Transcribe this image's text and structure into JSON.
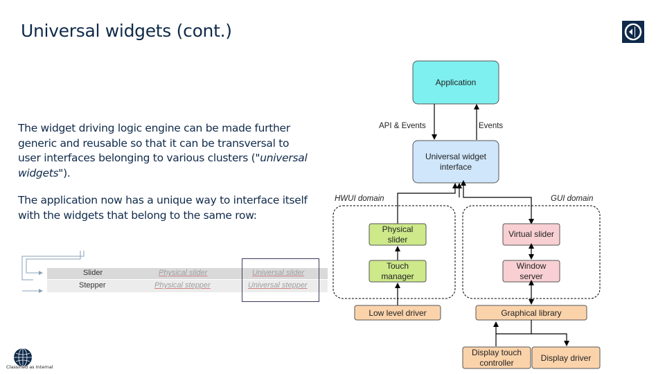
{
  "slide": {
    "title": "Universal widgets (cont.)",
    "paragraph1_a": "The widget driving logic engine can be made further generic and reusable so that it can be transversal to user interfaces belonging to various clusters (\"",
    "paragraph1_em": "universal widgets",
    "paragraph1_b": "\").",
    "paragraph2": "The application now has a unique way to interface itself with the widgets that belong to the same row:",
    "classification": "Classified as Internal"
  },
  "table": {
    "rows": [
      {
        "name": "Slider",
        "physical": "Physical slider",
        "universal": "Universal slider"
      },
      {
        "name": "Stepper",
        "physical": "Physical stepper",
        "universal": "Universal stepper"
      }
    ]
  },
  "diagram": {
    "application": "Application",
    "api_events": "API & Events",
    "events": "Events",
    "universal_interface_line1": "Universal widget",
    "universal_interface_line2": "interface",
    "hwui_domain": "HWUI domain",
    "gui_domain": "GUI domain",
    "physical_slider_line1": "Physical",
    "physical_slider_line2": "slider",
    "touch_manager_line1": "Touch",
    "touch_manager_line2": "manager",
    "virtual_slider": "Virtual slider",
    "window_server_line1": "Window",
    "window_server_line2": "server",
    "low_level_driver": "Low level driver",
    "graphical_library": "Graphical library",
    "display_touch_line1": "Display touch",
    "display_touch_line2": "controller",
    "display_driver": "Display driver"
  },
  "colors": {
    "title": "#0f2a4a",
    "application_fill": "#7ff0f0",
    "interface_fill": "#cfe6fb",
    "green_fill": "#cde98a",
    "pink_fill": "#f8cfd2",
    "orange_fill": "#fbd3ab"
  }
}
